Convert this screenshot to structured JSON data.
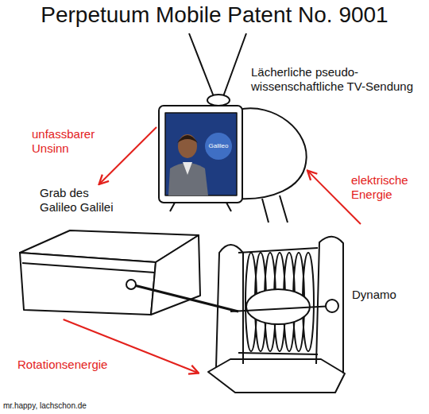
{
  "diagram": {
    "title": "Perpetuum Mobile Patent No. 9001",
    "nodes": [
      {
        "text": [
          "Lächerliche pseudo- wissenschaftliche TV-Sendung"
        ]
      },
      {
        "text": [
          "Grab des Galileo Galilei"
        ]
      },
      {
        "text": [
          "Dynamo"
        ]
      }
    ],
    "edges": [
      {
        "from": 0,
        "to": 1,
        "arrow": "to",
        "label": "unfassbarer Unsinn"
      },
      {
        "from": 1,
        "to": 2,
        "arrow": "to",
        "label": "Rotationsenergie"
      },
      {
        "from": 2,
        "to": 0,
        "arrow": "to",
        "label": "elektrische Energie"
      }
    ],
    "labels": [
      "Galileo",
      "mr.happy, lachschon.de"
    ]
  }
}
